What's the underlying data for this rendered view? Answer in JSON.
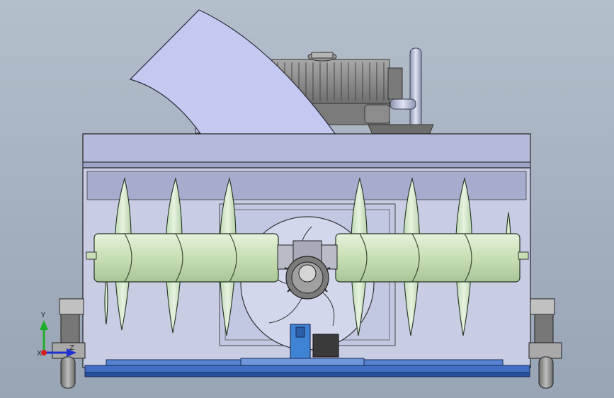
{
  "model": {
    "components": [
      "discharge-chute",
      "engine",
      "exhaust-pipe",
      "auger-housing",
      "left-auger",
      "right-auger",
      "impeller",
      "gearbox",
      "scraper-bar",
      "left-skid",
      "right-skid"
    ]
  },
  "colors": {
    "background": "#a6b2c1",
    "housing": "#c5cbe0",
    "auger_blade": "#d6e9cf",
    "auger_shaft": "#c8dfb6",
    "engine": "#8e8e8e",
    "scraper": "#3f6ec4",
    "gearbox_support": "#3f84d4"
  },
  "triad": {
    "y_label": "Y",
    "x_label": "X",
    "z_label": "Z",
    "y_color": "#1fae2a",
    "x_color": "#d12020",
    "z_color": "#2030d0"
  }
}
